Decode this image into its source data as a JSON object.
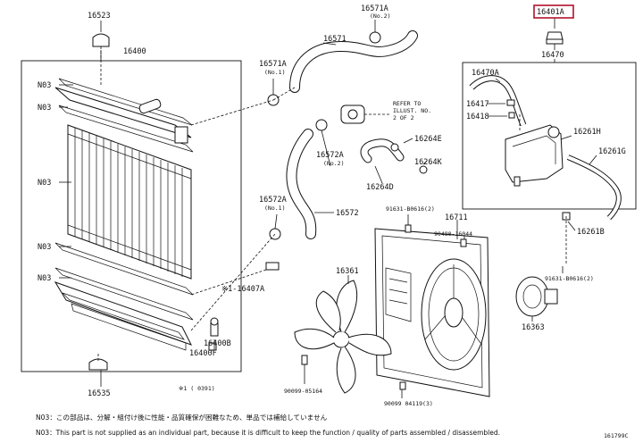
{
  "labels": {
    "p16523": "16523",
    "p16400": "16400",
    "p16571a_top": "16571A",
    "p16571a_top_sub": "(No.2)",
    "p16401a": "16401A",
    "p16470": "16470",
    "p16571": "16571",
    "p16571a_mid": "16571A",
    "p16571a_mid_sub": "(No.1)",
    "refer_1": "REFER TO",
    "refer_2": "ILLUST. NO.",
    "refer_3": "2 OF 2",
    "p16470a": "16470A",
    "p16417": "16417",
    "p16418": "16418",
    "p16261h": "16261H",
    "p16261g": "16261G",
    "p16261b": "16261B",
    "p16264e": "16264E",
    "p16264k": "16264K",
    "p16264d": "16264D",
    "p16572a_top": "16572A",
    "p16572a_top_sub": "(No.2)",
    "p16572a_bot": "16572A",
    "p16572a_bot_sub": "(No.1)",
    "p16572": "16572",
    "n03_1": "N03",
    "n03_2": "N03",
    "n03_3": "N03",
    "n03_4": "N03",
    "n03_5": "N03",
    "p91631_top": "91631-B0616(2)",
    "p16711": "16711",
    "p90480": "90480-16044",
    "p91631_right": "91631-B0616(2)",
    "p16361": "16361",
    "p16363": "16363",
    "p16407a": "※1-16407A",
    "p16400b": "16400B",
    "p16400f": "16400F",
    "p16535": "16535",
    "p90099_05164": "90099-05164",
    "p90099_04119": "90099 04119(3)",
    "star1": "※1   (      0391)",
    "diagram_id": "161799C",
    "note_jp": "N03：この部品は、分解・組付け後に性能・品質確保が困難なため、単品では補給していません",
    "note_en": "N03：This part is not supplied as an individual part, because it is difficult to keep the function / quality of parts assembled / disassembled."
  },
  "highlight_part": "16401A",
  "colors": {
    "line": "#111111",
    "highlight": "#b3122e",
    "background": "#ffffff"
  }
}
